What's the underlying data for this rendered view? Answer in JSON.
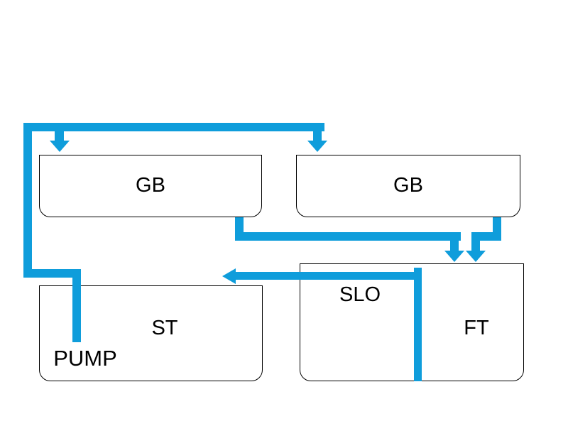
{
  "diagram": {
    "background_color": "#FFFFFF",
    "pipe_color": "#0F9DDB",
    "box_border_color": "#000000",
    "text_color": "#000000",
    "nodes": {
      "gb1": {
        "label": "GB"
      },
      "gb2": {
        "label": "GB"
      },
      "st": {
        "label": "ST"
      },
      "pump": {
        "label": "PUMP"
      },
      "slo": {
        "label": "SLO"
      },
      "ft": {
        "label": "FT"
      }
    }
  }
}
